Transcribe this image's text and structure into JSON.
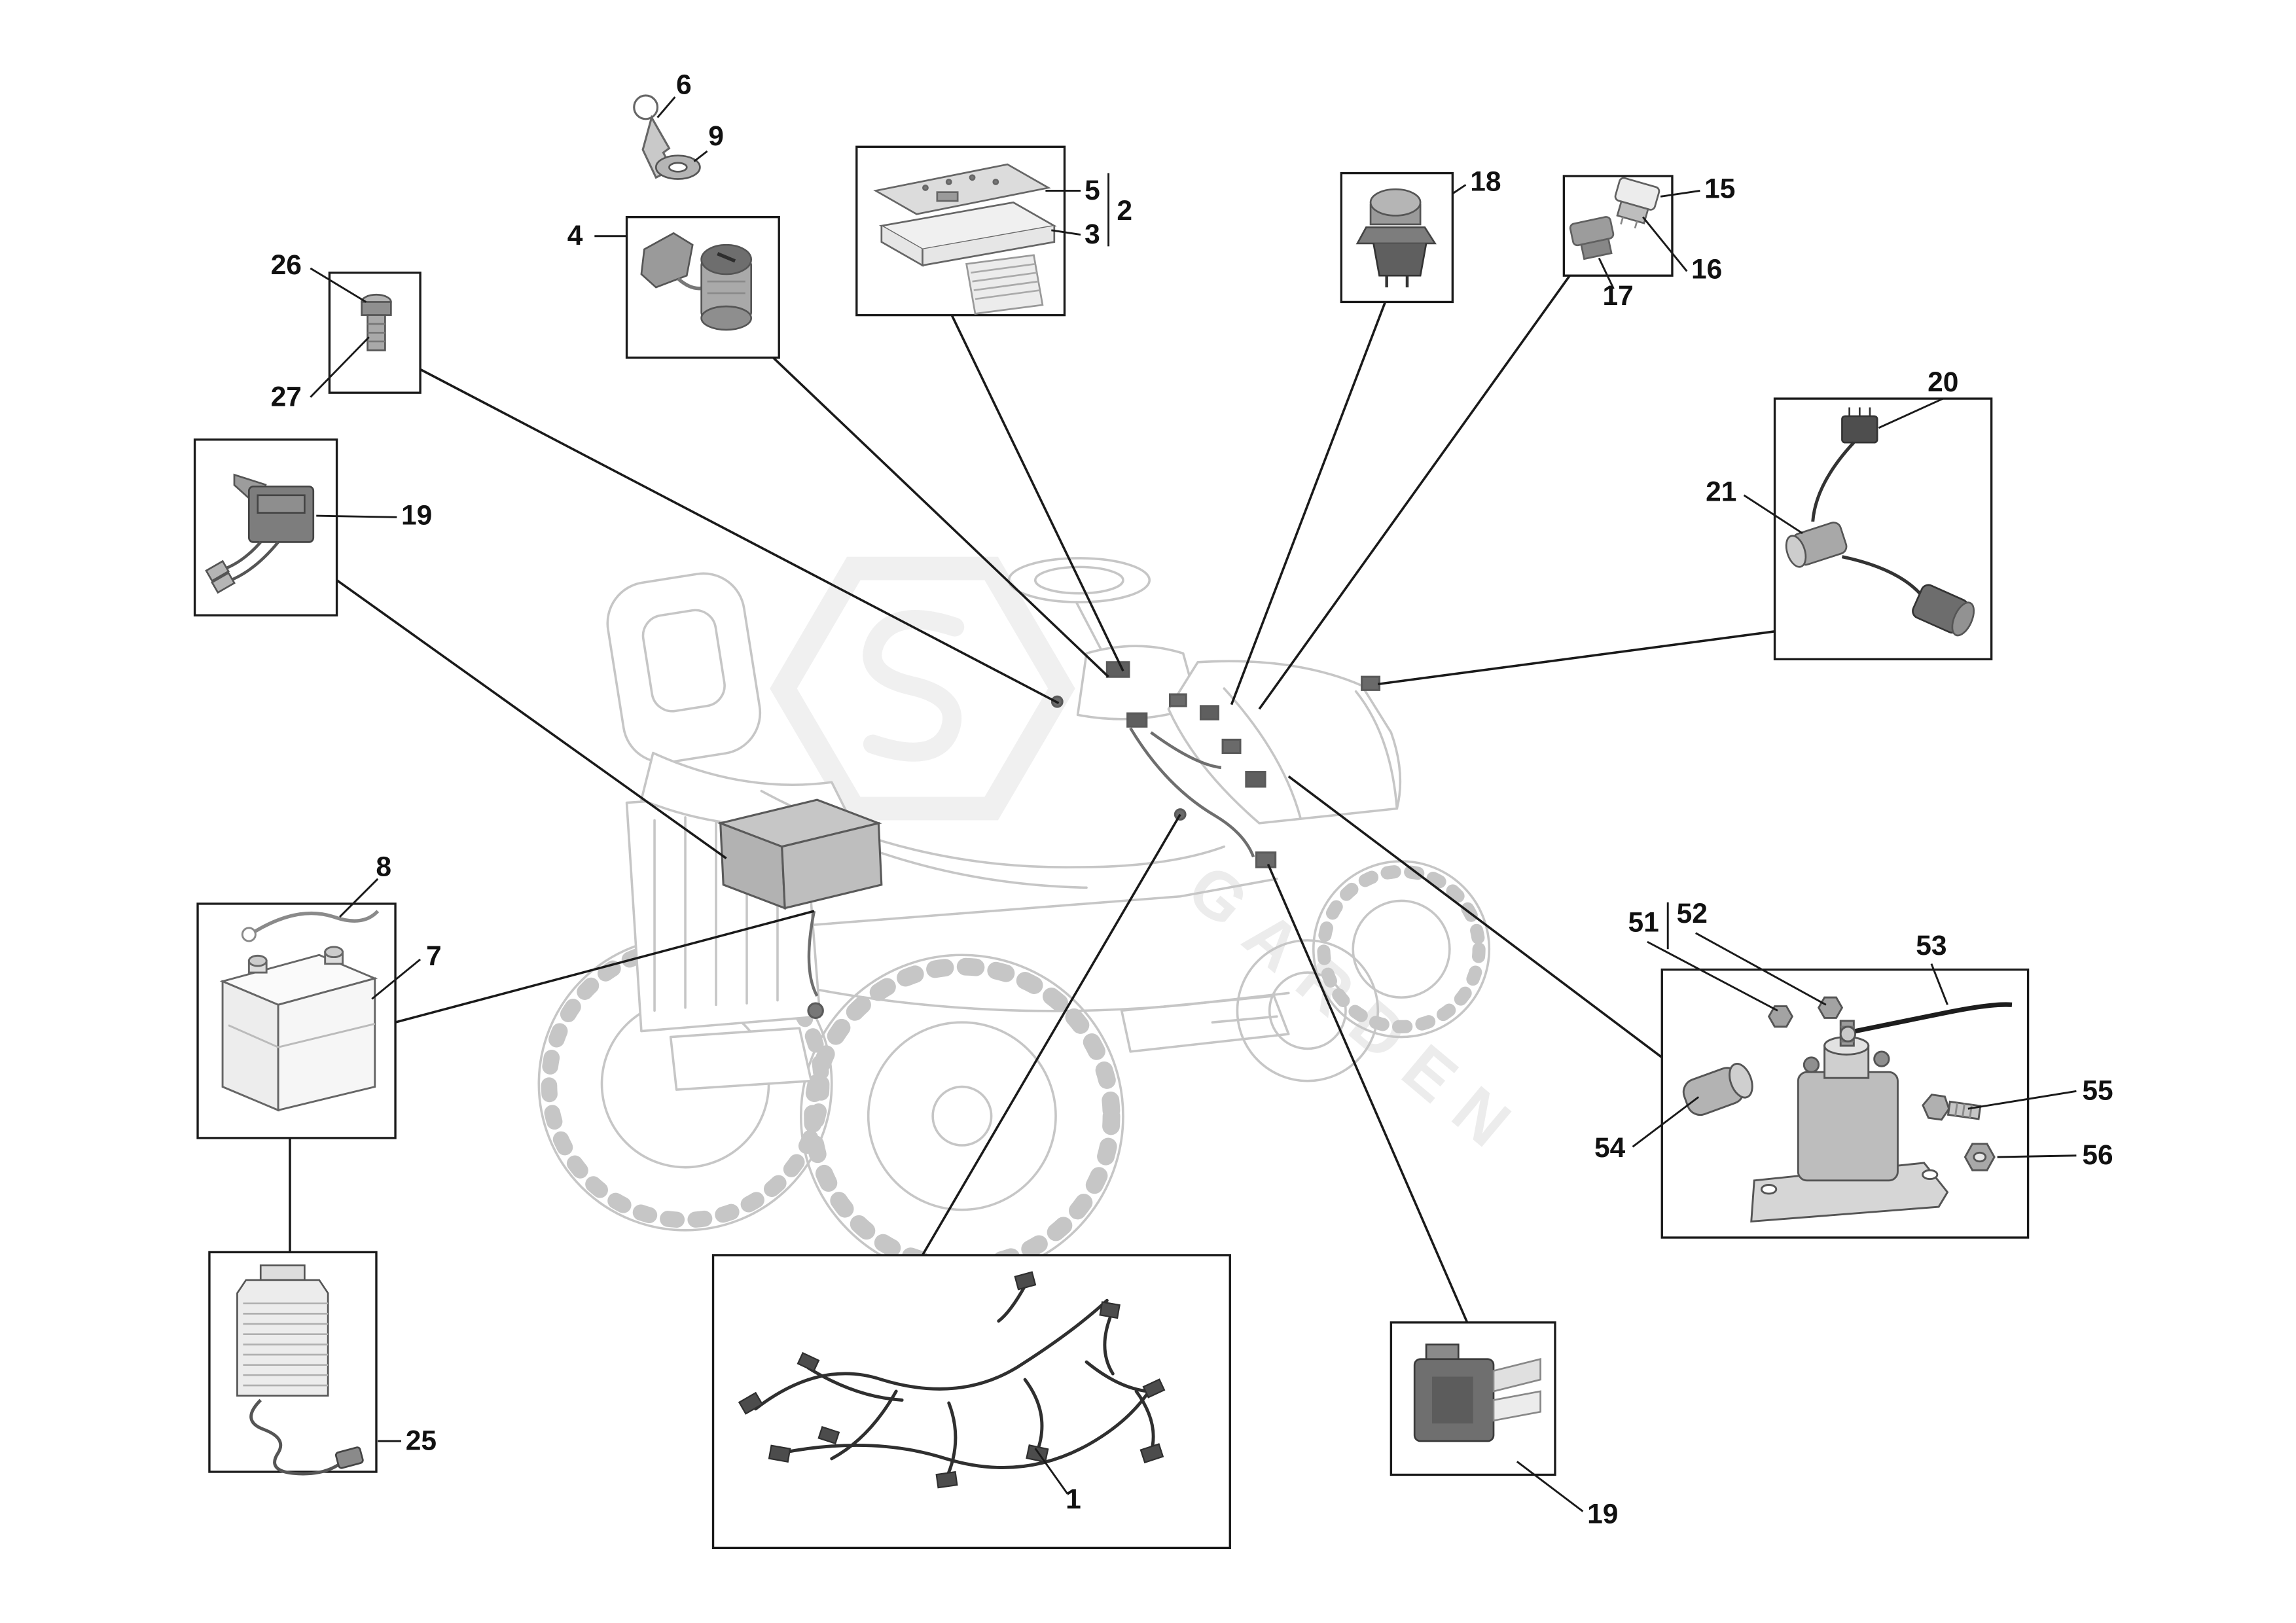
{
  "diagram": {
    "type": "exploded-parts-diagram",
    "subject": "lawn tractor electrical parts",
    "background": "#ffffff",
    "colors": {
      "callout_border": "#1a1a1a",
      "leader_line": "#1a1a1a",
      "tractor_line": "#c6c6c6",
      "part_fill": "#a8a8a8",
      "label_text": "#111111",
      "watermark": "#ececec"
    },
    "watermark": {
      "text": "GARDEN"
    },
    "labels": {
      "p1": "1",
      "p2": "2",
      "p3": "3",
      "p4": "4",
      "p5": "5",
      "p6": "6",
      "p7": "7",
      "p8": "8",
      "p9": "9",
      "p15": "15",
      "p16": "16",
      "p17": "17",
      "p18": "18",
      "p19a": "19",
      "p19b": "19",
      "p20": "20",
      "p21": "21",
      "p25": "25",
      "p26": "26",
      "p27": "27",
      "p51": "51",
      "p52": "52",
      "p53": "53",
      "p54": "54",
      "p55": "55",
      "p56": "56"
    }
  }
}
